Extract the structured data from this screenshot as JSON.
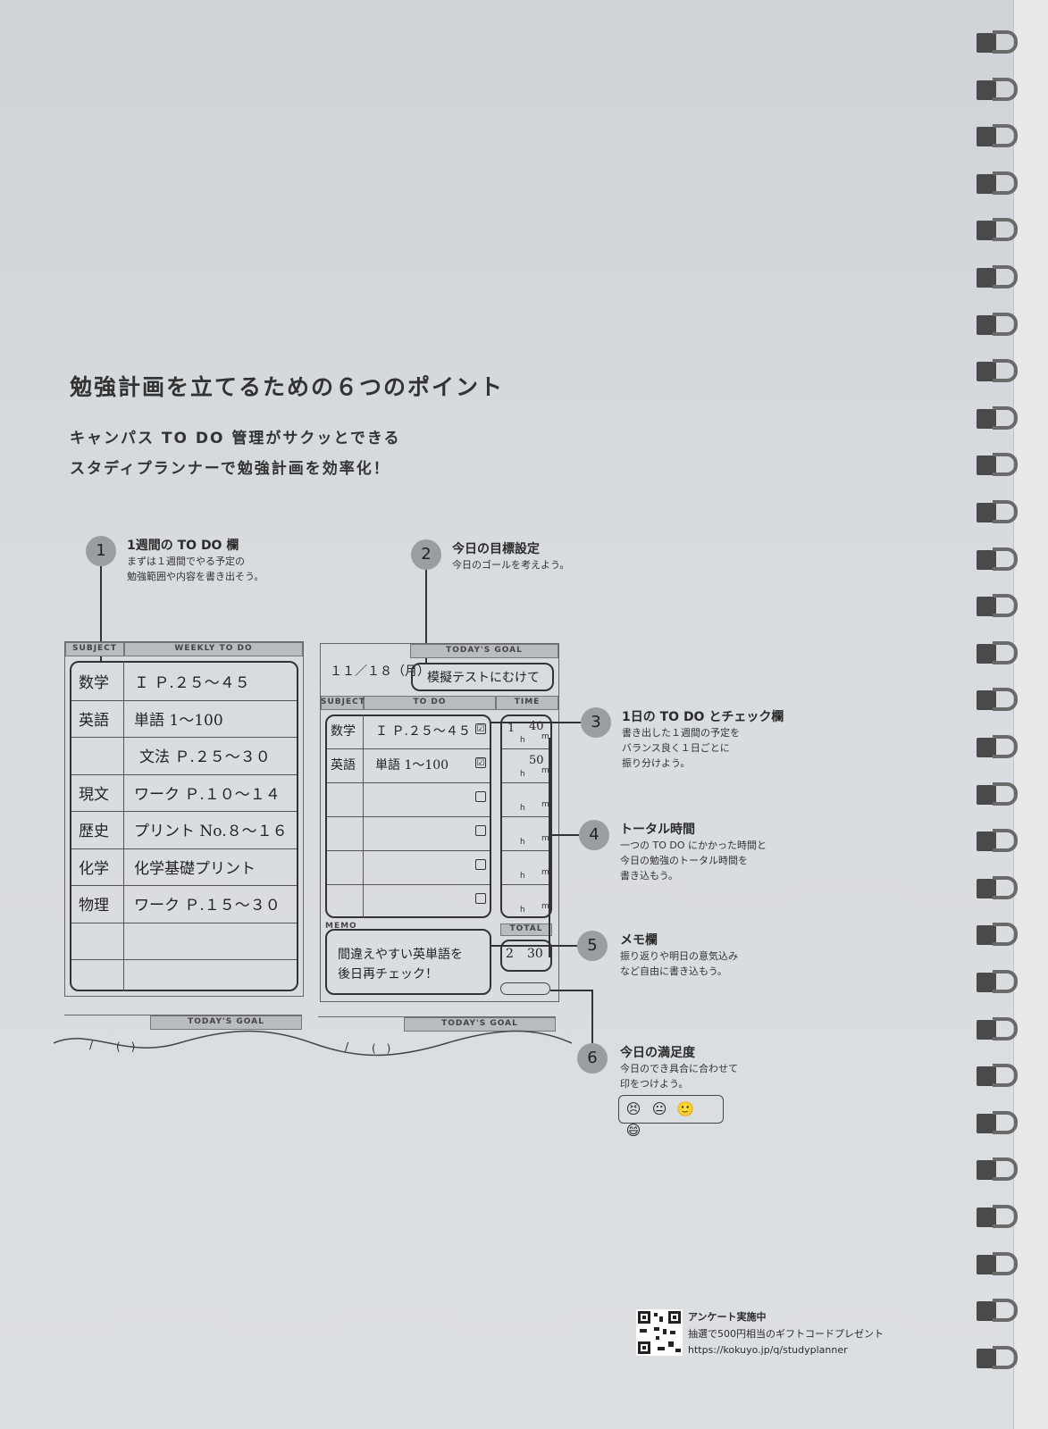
{
  "heading": "勉強計画を立てるための６つのポイント",
  "subheading_1": "キャンパス TO DO 管理がサクッとできる",
  "subheading_2": "スタディプランナーで勉強計画を効率化！",
  "points": [
    {
      "num": "1",
      "title": "1週間の TO DO 欄",
      "desc": "まずは１週間でやる予定の\n勉強範囲や内容を書き出そう。"
    },
    {
      "num": "2",
      "title": "今日の目標設定",
      "desc": "今日のゴールを考えよう。"
    },
    {
      "num": "3",
      "title": "1日の TO DO とチェック欄",
      "desc": "書き出した１週間の予定を\nバランス良く１日ごとに\n振り分けよう。"
    },
    {
      "num": "4",
      "title": "トータル時間",
      "desc": "一つの TO DO にかかった時間と\n今日の勉強のトータル時間を\n書き込もう。"
    },
    {
      "num": "5",
      "title": "メモ欄",
      "desc": "振り返りや明日の意気込み\nなど自由に書き込もう。"
    },
    {
      "num": "6",
      "title": "今日の満足度",
      "desc": "今日のでき具合に合わせて\n印をつけよう。"
    }
  ],
  "weekly": {
    "subject_header": "SUBJECT",
    "todo_header": "WEEKLY TO DO",
    "rows": [
      {
        "subject": "数学",
        "todo": "Ｉ Ｐ.２５～４５"
      },
      {
        "subject": "英語",
        "todo": "単語 1～100"
      },
      {
        "subject": "",
        "todo": "文法 Ｐ.２５～３０"
      },
      {
        "subject": "現文",
        "todo": "ワーク Ｐ.１０～１４"
      },
      {
        "subject": "歴史",
        "todo": "プリント No.８～１６"
      },
      {
        "subject": "化学",
        "todo": "化学基礎プリント"
      },
      {
        "subject": "物理",
        "todo": "ワーク Ｐ.１５～３０"
      },
      {
        "subject": "",
        "todo": ""
      },
      {
        "subject": "",
        "todo": ""
      }
    ]
  },
  "daily": {
    "goal_header": "TODAY'S GOAL",
    "date": "１１／１８（月）",
    "goal": "模擬テストにむけて",
    "subject_header": "SUBJECT",
    "todo_header": "TO DO",
    "time_header": "TIME",
    "rows": [
      {
        "subject": "数学",
        "todo": "Ｉ Ｐ.２５～４５",
        "check": "☑",
        "hours": "1",
        "mins": "40"
      },
      {
        "subject": "英語",
        "todo": "単語 1～100",
        "check": "☑",
        "hours": "",
        "mins": "50"
      },
      {
        "subject": "",
        "todo": "",
        "check": "",
        "hours": "",
        "mins": ""
      },
      {
        "subject": "",
        "todo": "",
        "check": "",
        "hours": "",
        "mins": ""
      },
      {
        "subject": "",
        "todo": "",
        "check": "",
        "hours": "",
        "mins": ""
      },
      {
        "subject": "",
        "todo": "",
        "check": "",
        "hours": "",
        "mins": ""
      }
    ],
    "h_label": "h",
    "m_label": "m",
    "memo_label": "MEMO",
    "memo_1": "間違えやすい英単語を",
    "memo_2": "後日再チェック！",
    "total_label": "TOTAL",
    "total_hours": "2",
    "total_mins": "30"
  },
  "next_pages": [
    {
      "goal_header": "TODAY'S GOAL",
      "date_slash": "/",
      "date_paren": "(　)"
    },
    {
      "goal_header": "TODAY'S GOAL",
      "date_slash": "/",
      "date_paren": "(　)"
    }
  ],
  "faces": [
    "😣",
    "😐",
    "🙂",
    "😄"
  ],
  "survey": {
    "title": "アンケート実施中",
    "desc": "抽選で500円相当のギフトコードプレゼント",
    "url": "https://kokuyo.jp/q/studyplanner"
  }
}
